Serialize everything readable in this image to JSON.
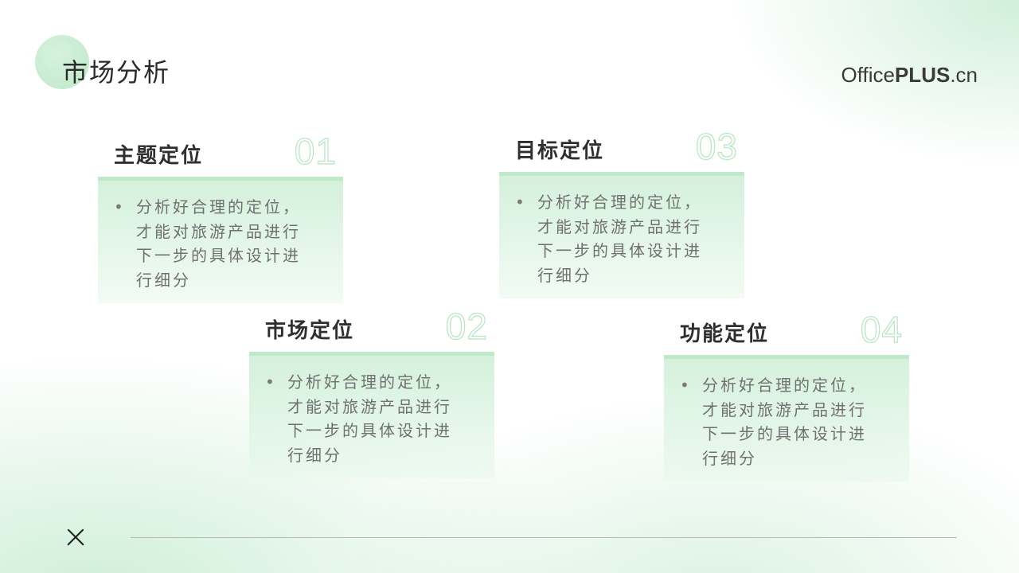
{
  "header": {
    "title": "市场分析",
    "brand_regular": "Office",
    "brand_bold": "PLUS",
    "brand_suffix": ".cn"
  },
  "cards": [
    {
      "title": "主题定位",
      "number": "01",
      "bullet": "•",
      "text": "分析好合理的定位，才能对旅游产品进行下一步的具体设计进行细分"
    },
    {
      "title": "市场定位",
      "number": "02",
      "bullet": "•",
      "text": "分析好合理的定位，才能对旅游产品进行下一步的具体设计进行细分"
    },
    {
      "title": "目标定位",
      "number": "03",
      "bullet": "•",
      "text": "分析好合理的定位，才能对旅游产品进行下一步的具体设计进行细分"
    },
    {
      "title": "功能定位",
      "number": "04",
      "bullet": "•",
      "text": "分析好合理的定位，才能对旅游产品进行下一步的具体设计进行细分"
    }
  ],
  "footer": {
    "close_icon": "close-icon"
  },
  "colors": {
    "accent": "#bfeac9",
    "number_outline": "#b4e6c2",
    "title_text": "#2b2b2b",
    "body_text": "#707070"
  }
}
